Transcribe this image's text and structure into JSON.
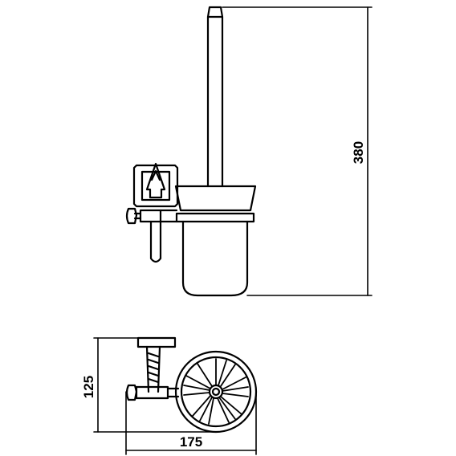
{
  "drawing": {
    "dimensions": {
      "height": "380",
      "depth": "125",
      "width": "175"
    },
    "colors": {
      "line": "#000000",
      "background": "#ffffff"
    }
  }
}
